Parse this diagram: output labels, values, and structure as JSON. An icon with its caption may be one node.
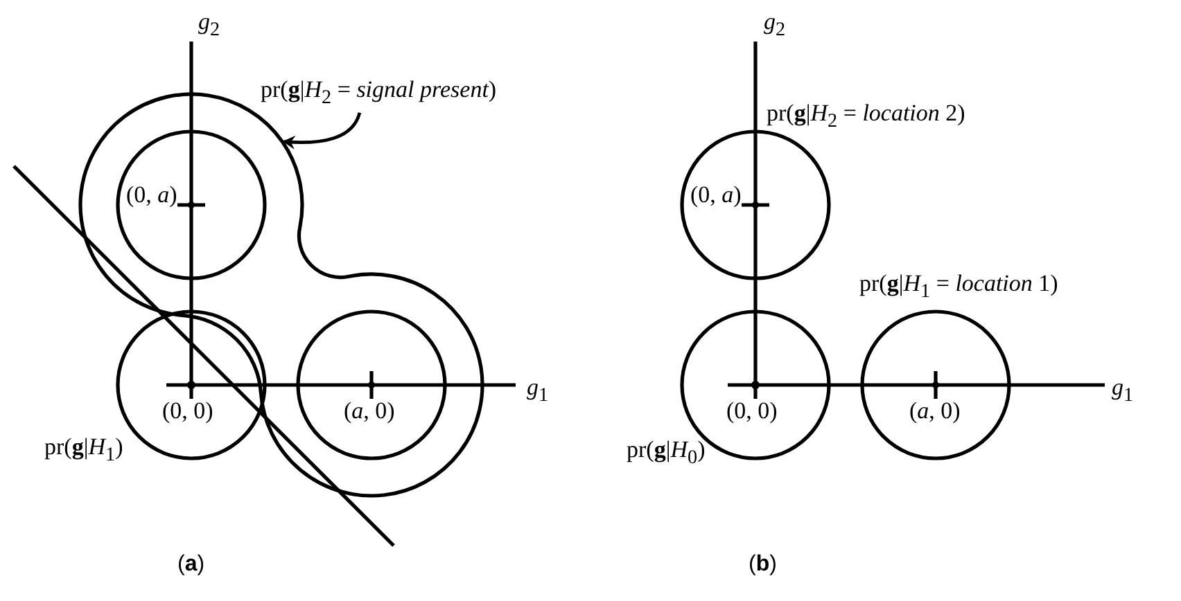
{
  "diagram": {
    "nodes": [
      {
        "text": [
          "pr(**g**|*H*$_{2}$ = *signal present*)"
        ]
      },
      {
        "text": [],
        "shape": "contour"
      }
    ],
    "edges": [
      {
        "from": 0,
        "to": 1,
        "arrow": "to"
      }
    ],
    "labels": [
      "*g*$_{2}$",
      "(0, *a*)",
      "*g*$_{1}$",
      "(0, 0)",
      "(*a*, 0)",
      "pr(**g**|*H*$_{1}$)",
      "(**a**)",
      "*g*$_{2}$",
      "pr(**g**|*H*$_{2}$ = *location* 2)",
      "(0, *a*)",
      "pr(**g**|*H*$_{1}$ = *location* 1)",
      "*g*$_{1}$",
      "(0, 0)",
      "(*a*, 0)",
      "pr(**g**|*H*$_{0}$)",
      "(**b**)"
    ]
  }
}
